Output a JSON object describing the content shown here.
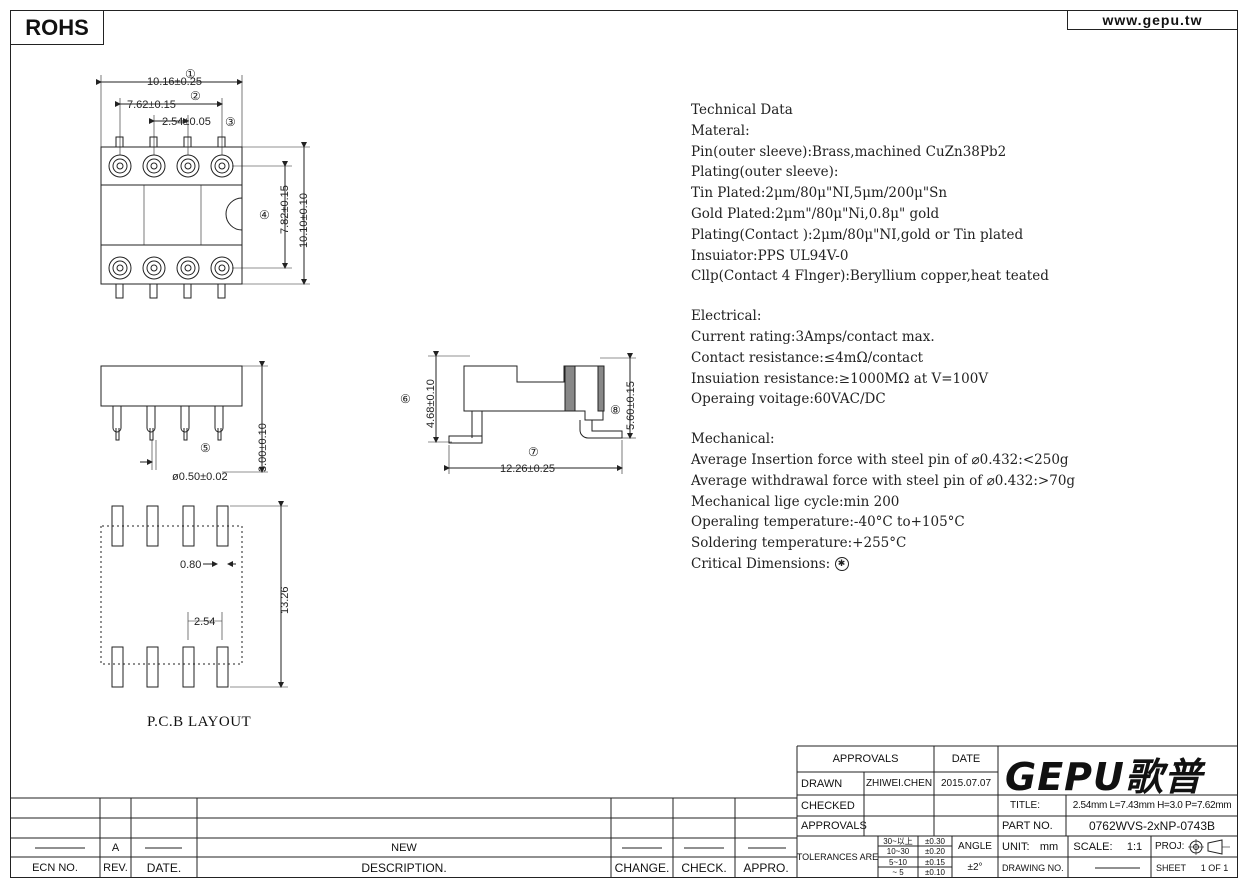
{
  "rohs": "ROHS",
  "website": "www.gepu.tw",
  "dimensions": {
    "overall_width": "10.16±0.25",
    "row_spacing": "7.62±0.15",
    "pitch": "2.54±0.05",
    "height_782": "7.82±0.15",
    "height_1010": "10.10±0.10",
    "tail_length": "3.00±0.10",
    "pin_dia": "ø0.50±0.02",
    "side_height": "4.68±0.10",
    "side_overall": "5.60±0.15",
    "side_length": "12.26±0.25",
    "pcb_hole": "0.80",
    "pcb_pitch": "2.54",
    "pcb_height": "13.26"
  },
  "callouts": [
    "①",
    "②",
    "③",
    "④",
    "⑤",
    "⑥",
    "⑦",
    "⑧"
  ],
  "technical": {
    "lines1": [
      "Technical Data",
      "Materal:",
      "Pin(outer sleeve):Brass,machined CuZn38Pb2",
      "Plating(outer sleeve):",
      "Tin Plated:2μm/80μ\"NI,5μm/200μ\"Sn",
      "Gold Plated:2μm\"/80μ\"Ni,0.8μ\" gold",
      "Plating(Contact ):2μm/80μ\"NI,gold or Tin plated",
      "Insuiator:PPS UL94V-0",
      "Cllp(Contact 4 Flnger):Beryllium copper,heat teated"
    ],
    "lines2": [
      "Electrical:",
      "Current rating:3Amps/contact max.",
      "Contact resistance:≤4mΩ/contact",
      "Insuiation resistance:≥1000MΩ at V=100V",
      "Operaing voitage:60VAC/DC"
    ],
    "lines3": [
      "Mechanical:",
      "Average Insertion force with steel pin of ⌀0.432:<250g",
      "Average withdrawal force with steel pin of ⌀0.432:>70g",
      "Mechanical lige cycle:min 200",
      "Operaling temperature:-40°C  to+105°C",
      "Soldering temperature:+255°C"
    ],
    "critical": "Critical Dimensions:",
    "critical_mark": "✱"
  },
  "pcb_layout": "P.C.B LAYOUT",
  "title_block": {
    "approvals": "APPROVALS",
    "date": "DATE",
    "drawn": "DRAWN",
    "drawn_by": "ZHIWEI.CHEN",
    "drawn_date": "2015.07.07",
    "checked": "CHECKED",
    "approvals2": "APPROVALS",
    "tolerances": "TOLERANCES ARE",
    "tol_ranges": [
      "30~以上",
      "10~30",
      "5~10",
      "~ 5"
    ],
    "tol_values": [
      "±0.30",
      "±0.20",
      "±0.15",
      "±0.10"
    ],
    "angle": "ANGLE",
    "angle_value": "±2°",
    "logo": "GEPU歌普",
    "title_label": "TITLE:",
    "title_value": "2.54mm L=7.43mm H=3.0 P=7.62mm",
    "part_label": "PART NO.",
    "part_value": "0762WVS-2xNP-0743B",
    "unit_label": "UNIT:",
    "unit_value": "mm",
    "scale_label": "SCALE:",
    "scale_value": "1:1",
    "proj_label": "PROJ:",
    "drawing_label": "DRAWING NO.",
    "sheet_label": "SHEET",
    "sheet_value": "1 OF 1"
  },
  "revision": {
    "rev_value": "A",
    "desc_value": "NEW",
    "headers": [
      "ECN NO.",
      "REV.",
      "DATE.",
      "DESCRIPTION.",
      "CHANGE.",
      "CHECK.",
      "APPRO."
    ]
  }
}
